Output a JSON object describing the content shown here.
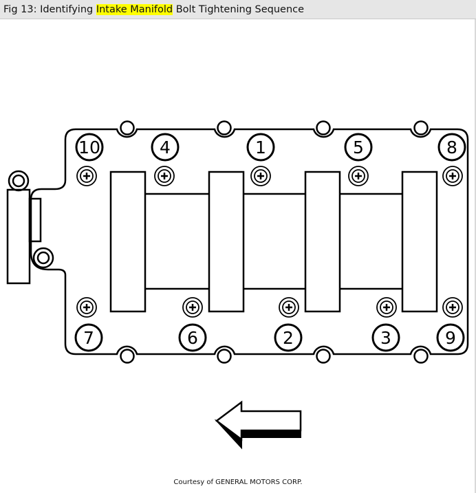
{
  "caption": {
    "prefix": "Fig 13: Identifying ",
    "highlight": "Intake Manifold",
    "suffix": " Bolt Tightening Sequence"
  },
  "colors": {
    "highlight": "#ffff00",
    "title_bar": "#e6e6e6"
  },
  "bolt_labels": {
    "top": [
      "10",
      "4",
      "1",
      "5",
      "8"
    ],
    "bottom": [
      "7",
      "6",
      "2",
      "3",
      "9"
    ]
  },
  "direction_arrow": "left-arrow-icon",
  "credit": "Courtesy of GENERAL MOTORS CORP."
}
